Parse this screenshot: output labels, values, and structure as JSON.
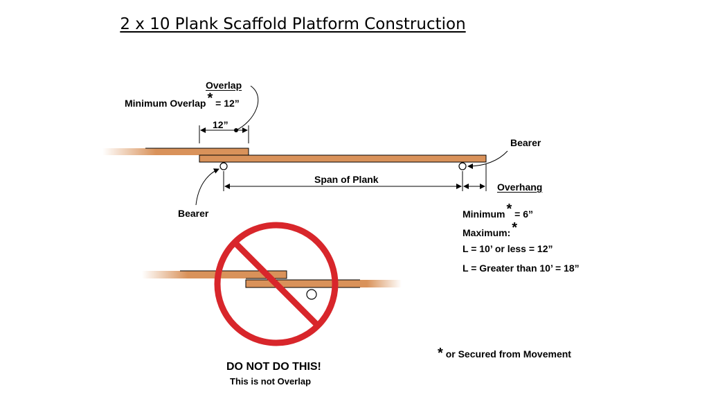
{
  "title": "2 x 10 Plank Scaffold Platform Construction",
  "overlap": {
    "heading": "Overlap",
    "minimum_prefix": "Minimum Overlap",
    "asterisk": "*",
    "minimum_value": "= 12”",
    "dimension": "12”"
  },
  "bearer_right": "Bearer",
  "bearer_left": "Bearer",
  "span_label": "Span of Plank",
  "overhang": {
    "heading": "Overhang",
    "minimum_prefix": "Minimum",
    "asterisk": "*",
    "minimum_value": "= 6”",
    "maximum_prefix": "Maximum:",
    "line_short": "L = 10’ or less = 12”",
    "line_long": "L = Greater than 10’ = 18”"
  },
  "warning": {
    "line1": "DO NOT DO THIS!",
    "line2": "This is not Overlap"
  },
  "footnote": {
    "asterisk": "*",
    "text": "or Secured from Movement"
  },
  "colors": {
    "plank_fill": "#d9925a",
    "plank_stroke": "#000000",
    "prohibit_red": "#d8262b"
  }
}
